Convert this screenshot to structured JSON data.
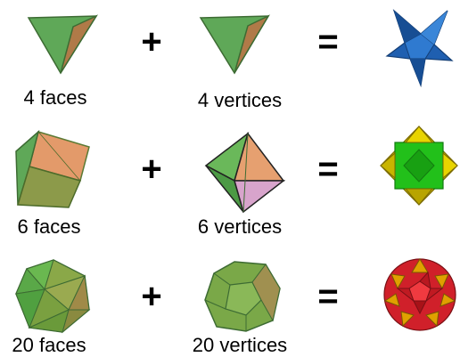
{
  "rows": [
    {
      "left_label": "4 faces",
      "right_label": "4 vertices",
      "plus": "+",
      "equals": "=",
      "left_shape": "tetrahedron-icon",
      "right_shape": "tetrahedron-dual-icon",
      "result_shape": "stella-octangula-icon"
    },
    {
      "left_label": "6 faces",
      "right_label": "6 vertices",
      "plus": "+",
      "equals": "=",
      "left_shape": "cube-icon",
      "right_shape": "octahedron-icon",
      "result_shape": "cube-octahedron-compound-icon"
    },
    {
      "left_label": "20 faces",
      "right_label": "20 vertices",
      "plus": "+",
      "equals": "=",
      "left_shape": "icosahedron-icon",
      "right_shape": "dodecahedron-icon",
      "result_shape": "dodecahedron-icosahedron-compound-icon"
    }
  ],
  "colors": {
    "green": "#5aa64a",
    "orange": "#d08a5a",
    "blue": "#1f5fb0",
    "yellow": "#d8c200",
    "bright_green": "#22c01a",
    "red": "#d0202a",
    "gold": "#e0a000"
  }
}
